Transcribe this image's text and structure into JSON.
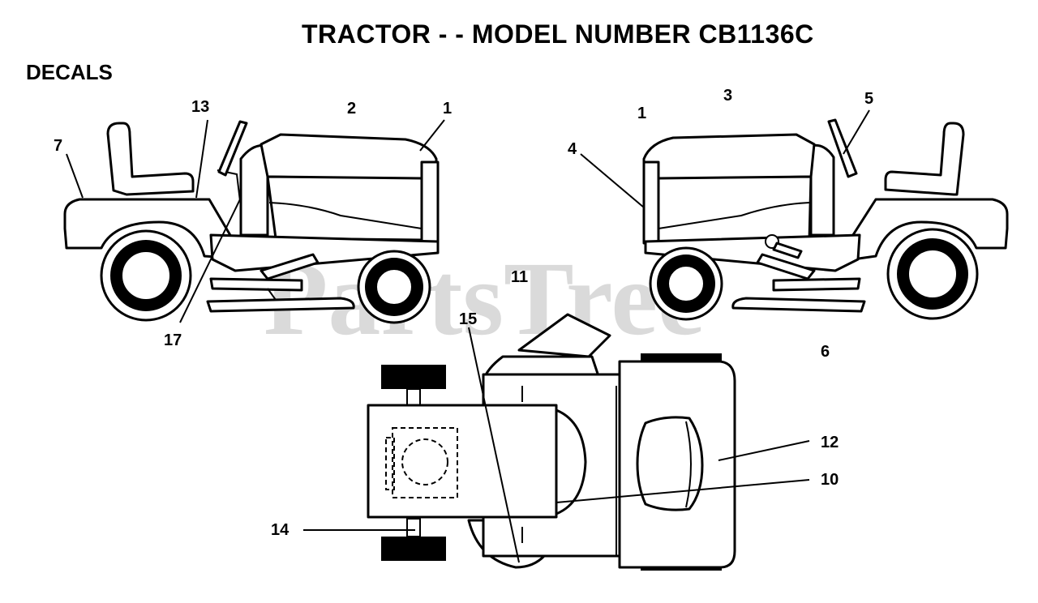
{
  "title": "TRACTOR - - MODEL NUMBER CB1136C",
  "section_label": "DECALS",
  "watermark": "PartsTree",
  "callouts": {
    "left": [
      "7",
      "13",
      "2",
      "1",
      "17"
    ],
    "right": [
      "4",
      "1",
      "3",
      "5"
    ],
    "top": [
      "11",
      "15",
      "6",
      "12",
      "10",
      "14"
    ]
  }
}
